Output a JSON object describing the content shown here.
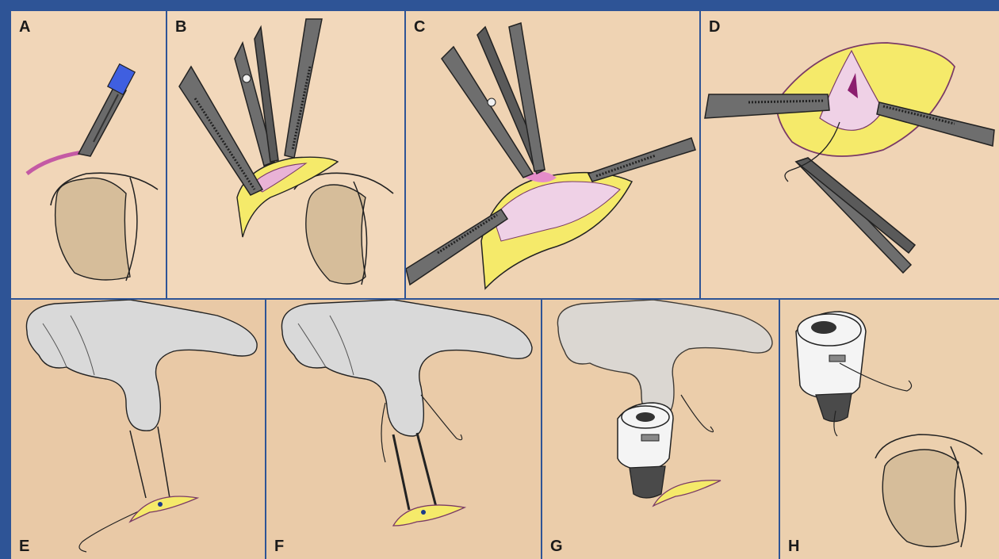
{
  "panels": [
    {
      "id": "A",
      "label": "A"
    },
    {
      "id": "B",
      "label": "B"
    },
    {
      "id": "C",
      "label": "C"
    },
    {
      "id": "D",
      "label": "D"
    },
    {
      "id": "E",
      "label": "E"
    },
    {
      "id": "F",
      "label": "F"
    },
    {
      "id": "G",
      "label": "G"
    },
    {
      "id": "H",
      "label": "H"
    }
  ],
  "colors": {
    "frame": "#2e5496",
    "skin": "#f1d6b8",
    "fat_yellow": "#f5ea6a",
    "tissue_pink": "#e9b3d6",
    "instrument_gray": "#6e6e6e",
    "blade_blue": "#3f5fe0",
    "glove_gray": "#d9d9d9"
  },
  "icons": [
    "scalpel-icon",
    "clamp-icon",
    "forceps-icon",
    "needle-holder-icon",
    "gloved-hand-icon",
    "suture-icon",
    "punch-tool-icon",
    "cornea-outline-icon"
  ]
}
